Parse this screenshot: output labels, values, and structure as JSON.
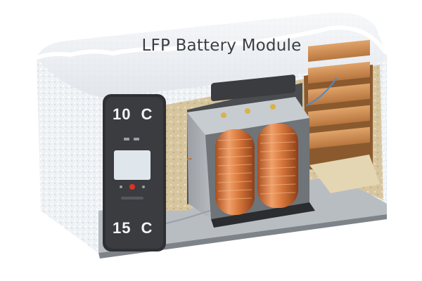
{
  "image": {
    "title": "LFP Battery Module",
    "thermostat": {
      "top_reading": "10",
      "top_unit": "C",
      "bottom_reading": "15",
      "bottom_unit": "C"
    },
    "colors": {
      "snow": "#eef1f4",
      "insulation": "#d9c9a3",
      "wood_slats": "#c98a52",
      "copper_coils": "#d8773c",
      "display_panel": "#2e3033",
      "steel_base": "#b8bdc2"
    },
    "icons": [
      "thermostat-panel",
      "power-led",
      "battery-cells",
      "temperature-sensor-wire"
    ]
  }
}
